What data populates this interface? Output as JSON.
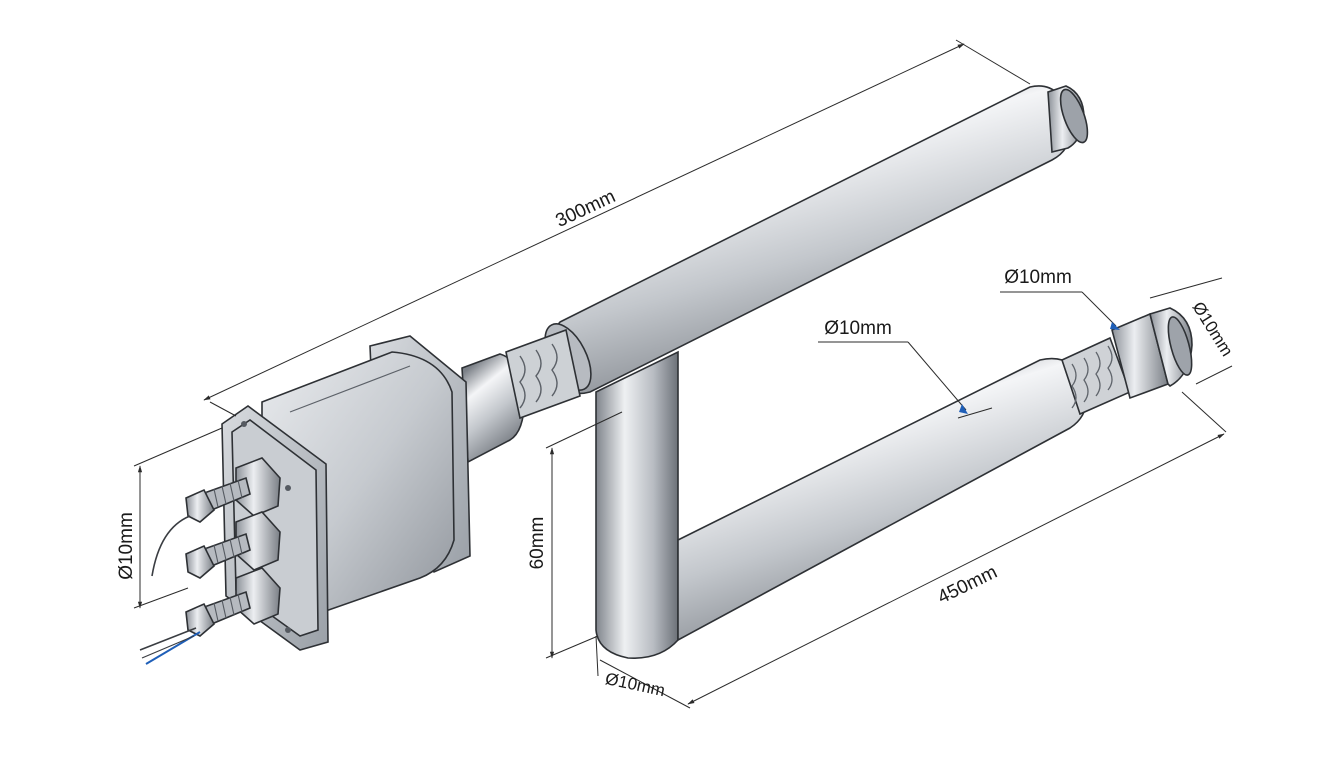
{
  "dimensions": {
    "overall_length": "300mm",
    "lower_length": "450mm",
    "vertical_height": "60mm",
    "diameter_left": "Ø10mm",
    "diameter_bottom": "Ø10mm",
    "diameter_mid": "Ø10mm",
    "diameter_top_right": "Ø10mm",
    "diameter_right": "Ø10mm"
  },
  "colors": {
    "metal_light": "#f2f3f5",
    "metal_mid": "#b9bdc3",
    "metal_dark": "#6f747b",
    "outline": "#2e3135",
    "wire_blue": "#1f5fb8",
    "dimension_line": "#2b2b2b"
  }
}
